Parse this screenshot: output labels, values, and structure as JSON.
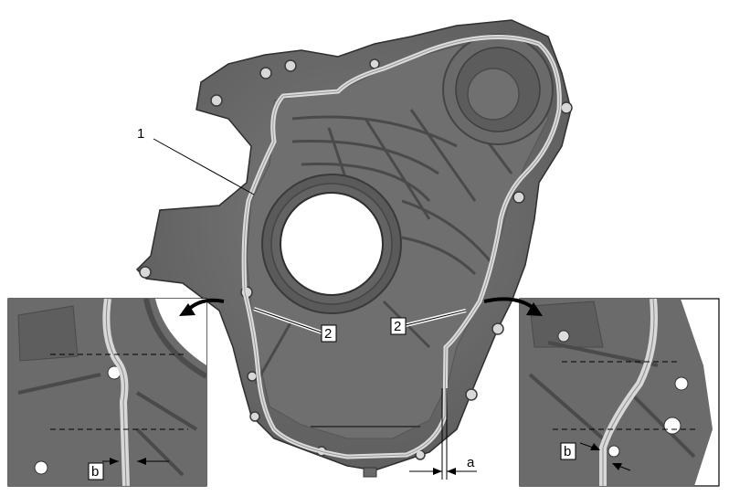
{
  "callouts": {
    "part_1": "1",
    "part_2_left": "2",
    "part_2_right": "2",
    "dim_a": "a",
    "dim_b_left": "b",
    "dim_b_right": "b"
  },
  "colors": {
    "casting": "#6d6d6d",
    "casting_dark": "#4a4a4a",
    "bead": "#d9d9d9",
    "background": "#ffffff"
  }
}
